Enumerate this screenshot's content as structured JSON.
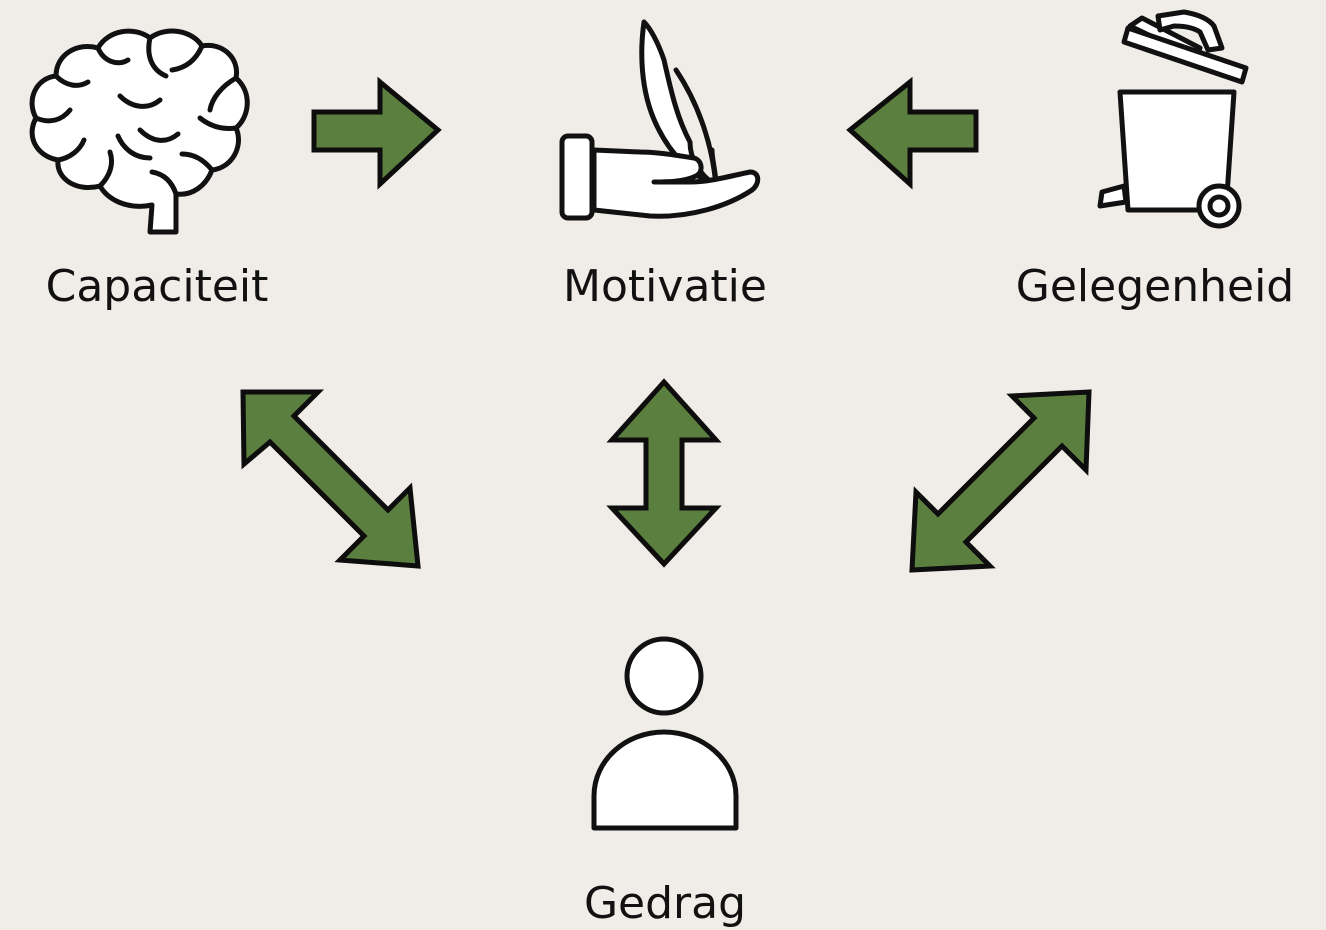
{
  "nodes": {
    "capacity": {
      "label": "Capaciteit",
      "icon": "brain-icon"
    },
    "motivation": {
      "label": "Motivatie",
      "icon": "hand-holding-plant-icon"
    },
    "opportunity": {
      "label": "Gelegenheid",
      "icon": "trash-bin-icon"
    },
    "behavior": {
      "label": "Gedrag",
      "icon": "person-icon"
    }
  },
  "colors": {
    "background": "#f0ede8",
    "arrow_fill": "#5a7f3e",
    "outline": "#0d0d0d"
  }
}
